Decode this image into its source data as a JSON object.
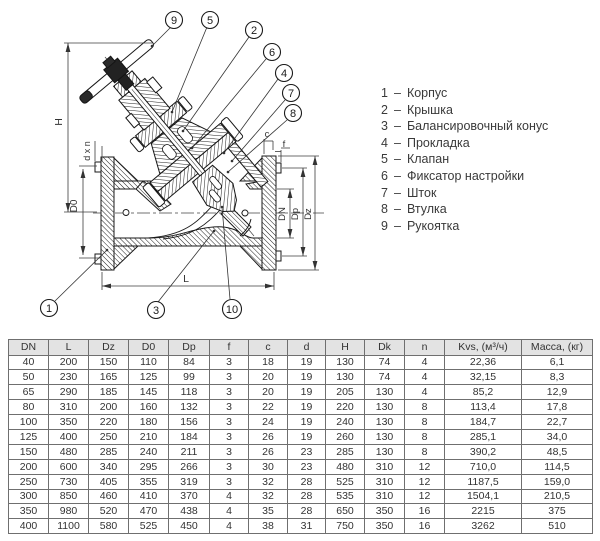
{
  "drawing": {
    "callouts": [
      {
        "num": "1"
      },
      {
        "num": "2"
      },
      {
        "num": "3"
      },
      {
        "num": "4"
      },
      {
        "num": "5"
      },
      {
        "num": "6"
      },
      {
        "num": "7"
      },
      {
        "num": "8"
      },
      {
        "num": "9"
      },
      {
        "num": "10"
      }
    ],
    "dims": {
      "H": "H",
      "D0": "D0",
      "dxn": "d x n",
      "DN": "DN",
      "Dp": "Dp",
      "Dz": "Dz",
      "L": "L",
      "c": "c",
      "f": "f"
    }
  },
  "legend": {
    "separator": "–",
    "items": [
      {
        "num": "1",
        "label": "Корпус"
      },
      {
        "num": "2",
        "label": "Крышка"
      },
      {
        "num": "3",
        "label": "Балансировочный конус"
      },
      {
        "num": "4",
        "label": "Прокладка"
      },
      {
        "num": "5",
        "label": "Клапан"
      },
      {
        "num": "6",
        "label": "Фиксатор настройки"
      },
      {
        "num": "7",
        "label": "Шток"
      },
      {
        "num": "8",
        "label": "Втулка"
      },
      {
        "num": "9",
        "label": "Рукоятка"
      }
    ]
  },
  "table": {
    "columns": [
      "DN",
      "L",
      "Dz",
      "D0",
      "Dp",
      "f",
      "c",
      "d",
      "H",
      "Dk",
      "n",
      "Kvs, (м³/ч)",
      "Масса, (кг)"
    ],
    "rows": [
      [
        "40",
        "200",
        "150",
        "110",
        "84",
        "3",
        "18",
        "19",
        "130",
        "74",
        "4",
        "22,36",
        "6,1"
      ],
      [
        "50",
        "230",
        "165",
        "125",
        "99",
        "3",
        "20",
        "19",
        "130",
        "74",
        "4",
        "32,15",
        "8,3"
      ],
      [
        "65",
        "290",
        "185",
        "145",
        "118",
        "3",
        "20",
        "19",
        "205",
        "130",
        "4",
        "85,2",
        "12,9"
      ],
      [
        "80",
        "310",
        "200",
        "160",
        "132",
        "3",
        "22",
        "19",
        "220",
        "130",
        "8",
        "113,4",
        "17,8"
      ],
      [
        "100",
        "350",
        "220",
        "180",
        "156",
        "3",
        "24",
        "19",
        "240",
        "130",
        "8",
        "184,7",
        "22,7"
      ],
      [
        "125",
        "400",
        "250",
        "210",
        "184",
        "3",
        "26",
        "19",
        "260",
        "130",
        "8",
        "285,1",
        "34,0"
      ],
      [
        "150",
        "480",
        "285",
        "240",
        "211",
        "3",
        "26",
        "23",
        "285",
        "130",
        "8",
        "390,2",
        "48,5"
      ],
      [
        "200",
        "600",
        "340",
        "295",
        "266",
        "3",
        "30",
        "23",
        "480",
        "310",
        "12",
        "710,0",
        "114,5"
      ],
      [
        "250",
        "730",
        "405",
        "355",
        "319",
        "3",
        "32",
        "28",
        "525",
        "310",
        "12",
        "1187,5",
        "159,0"
      ],
      [
        "300",
        "850",
        "460",
        "410",
        "370",
        "4",
        "32",
        "28",
        "535",
        "310",
        "12",
        "1504,1",
        "210,5"
      ],
      [
        "350",
        "980",
        "520",
        "470",
        "438",
        "4",
        "35",
        "28",
        "650",
        "350",
        "16",
        "2215",
        "375"
      ],
      [
        "400",
        "1100",
        "580",
        "525",
        "450",
        "4",
        "38",
        "31",
        "750",
        "350",
        "16",
        "3262",
        "510"
      ]
    ]
  }
}
